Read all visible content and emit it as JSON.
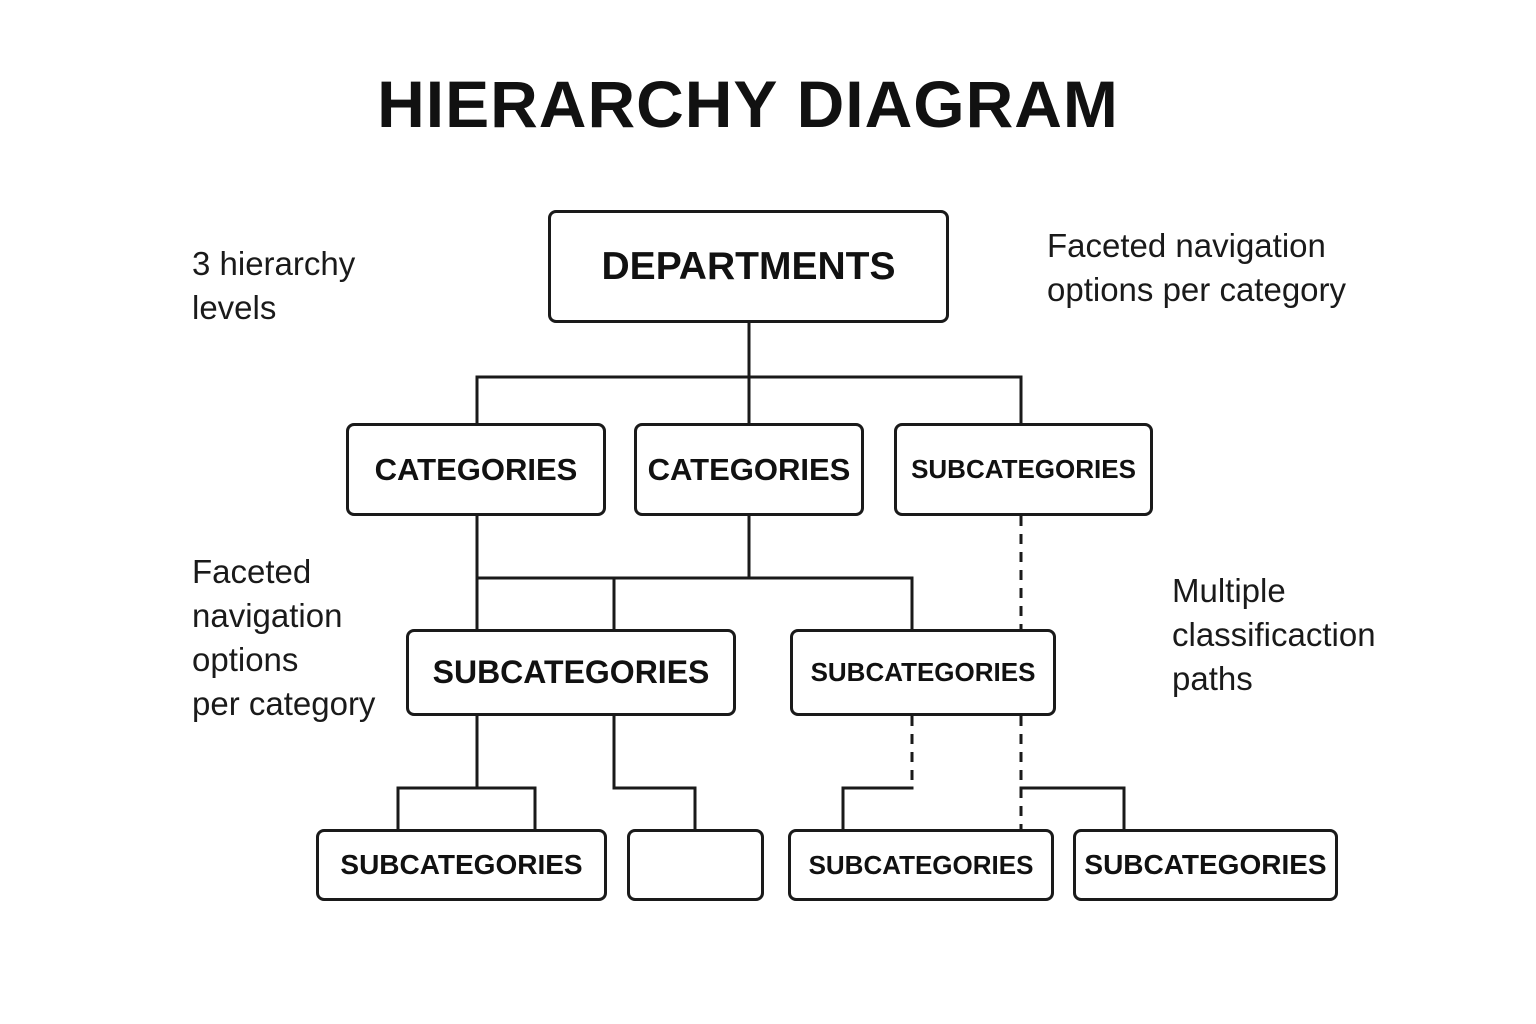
{
  "title": "HIERARCHY DIAGRAM",
  "nodes": {
    "root": "DEPARTMENTS",
    "level1": [
      "CATEGORIES",
      "CATEGORIES",
      "SUBCATEGORIES"
    ],
    "level2": [
      "SUBCATEGORIES",
      "SUBCATEGORIES"
    ],
    "level3": [
      "SUBCATEGORIES",
      "",
      "SUBCATEGORIES",
      "SUBCATEGORIES"
    ]
  },
  "notes": {
    "levels": [
      "3 hierarchy",
      "levels"
    ],
    "faceted_top": [
      "Faceted navigation",
      "options per category"
    ],
    "faceted_left": [
      "Faceted",
      "navigation",
      "options",
      "per category"
    ],
    "multiple_paths": [
      "Multiple",
      "classificaction",
      "paths"
    ]
  },
  "colors": {
    "stroke": "#1a1a1a",
    "text": "#111111",
    "background": "#ffffff"
  }
}
